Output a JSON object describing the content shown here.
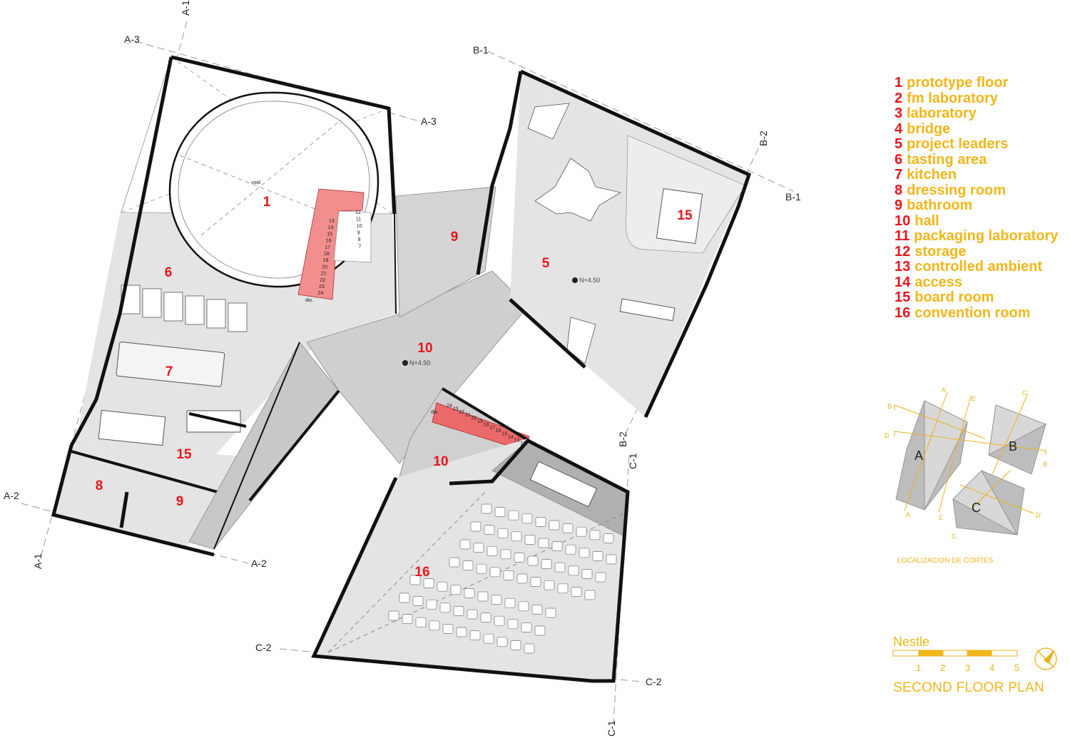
{
  "rooms": [
    {
      "num": "1",
      "name": "prototype floor"
    },
    {
      "num": "2",
      "name": "fm laboratory"
    },
    {
      "num": "3",
      "name": "laboratory"
    },
    {
      "num": "4",
      "name": "bridge"
    },
    {
      "num": "5",
      "name": "project leaders"
    },
    {
      "num": "6",
      "name": "tasting area"
    },
    {
      "num": "7",
      "name": "kitchen"
    },
    {
      "num": "8",
      "name": "dressing room"
    },
    {
      "num": "9",
      "name": "bathroom"
    },
    {
      "num": "10",
      "name": "hall"
    },
    {
      "num": "11",
      "name": "packaging laboratory"
    },
    {
      "num": "12",
      "name": "storage"
    },
    {
      "num": "13",
      "name": "controlled ambient"
    },
    {
      "num": "14",
      "name": "access"
    },
    {
      "num": "15",
      "name": "board room"
    },
    {
      "num": "16",
      "name": "convention room"
    }
  ],
  "plan_labels": {
    "r1": "1",
    "r5": "5",
    "r6": "6",
    "r7": "7",
    "r8": "8",
    "r9a": "9",
    "r9b": "9",
    "r10a": "10",
    "r10b": "10",
    "r15a": "15",
    "r15b": "15",
    "r16": "16",
    "void": "void",
    "dw1": "dw.",
    "dw2": "dw.",
    "level1": "N+4.50",
    "level2": "N+4.50"
  },
  "axes": {
    "a1_top": "A-1",
    "a1_bot": "A-1",
    "a2_left": "A-2",
    "a2_right": "A-2",
    "a3_left": "A-3",
    "a3_right": "A-3",
    "b1_left": "B-1",
    "b1_right": "B-1",
    "b2_top": "B-2",
    "b2_bot": "B-2",
    "c1_top": "C-1",
    "c1_bot": "C-1",
    "c2_left": "C-2",
    "c2_right": "C-2"
  },
  "stairs_a": [
    "13",
    "14",
    "15",
    "16",
    "17",
    "18",
    "19",
    "20",
    "21",
    "22",
    "23",
    "24"
  ],
  "stairs_a_right": [
    "12",
    "11",
    "10",
    "9",
    "8",
    "7"
  ],
  "stairs_b": [
    "24",
    "23",
    "22",
    "21",
    "20",
    "19",
    "18",
    "17",
    "16",
    "15",
    "14",
    "13",
    "12"
  ],
  "key_plan": {
    "caption": "LOCALIZACION DE CORTES",
    "blocks": {
      "a": "A",
      "b": "B",
      "c": "C"
    },
    "cuts": {
      "a": "A",
      "a2": "A'",
      "b": "B",
      "b2": "B'",
      "c": "C",
      "c2": "C'",
      "d": "D",
      "d2": "D'",
      "e": "E",
      "e2": "E'"
    }
  },
  "scale": {
    "ticks": [
      "1",
      "2",
      "3",
      "4",
      "5"
    ]
  },
  "brand": "Nestle",
  "title": "SECOND FLOOR PLAN",
  "colors": {
    "accent": "#f2b619",
    "room_number": "#e8151b",
    "stair": "#f28e8e",
    "floor": "#e4e4e4",
    "hall": "#c8c8c8"
  }
}
